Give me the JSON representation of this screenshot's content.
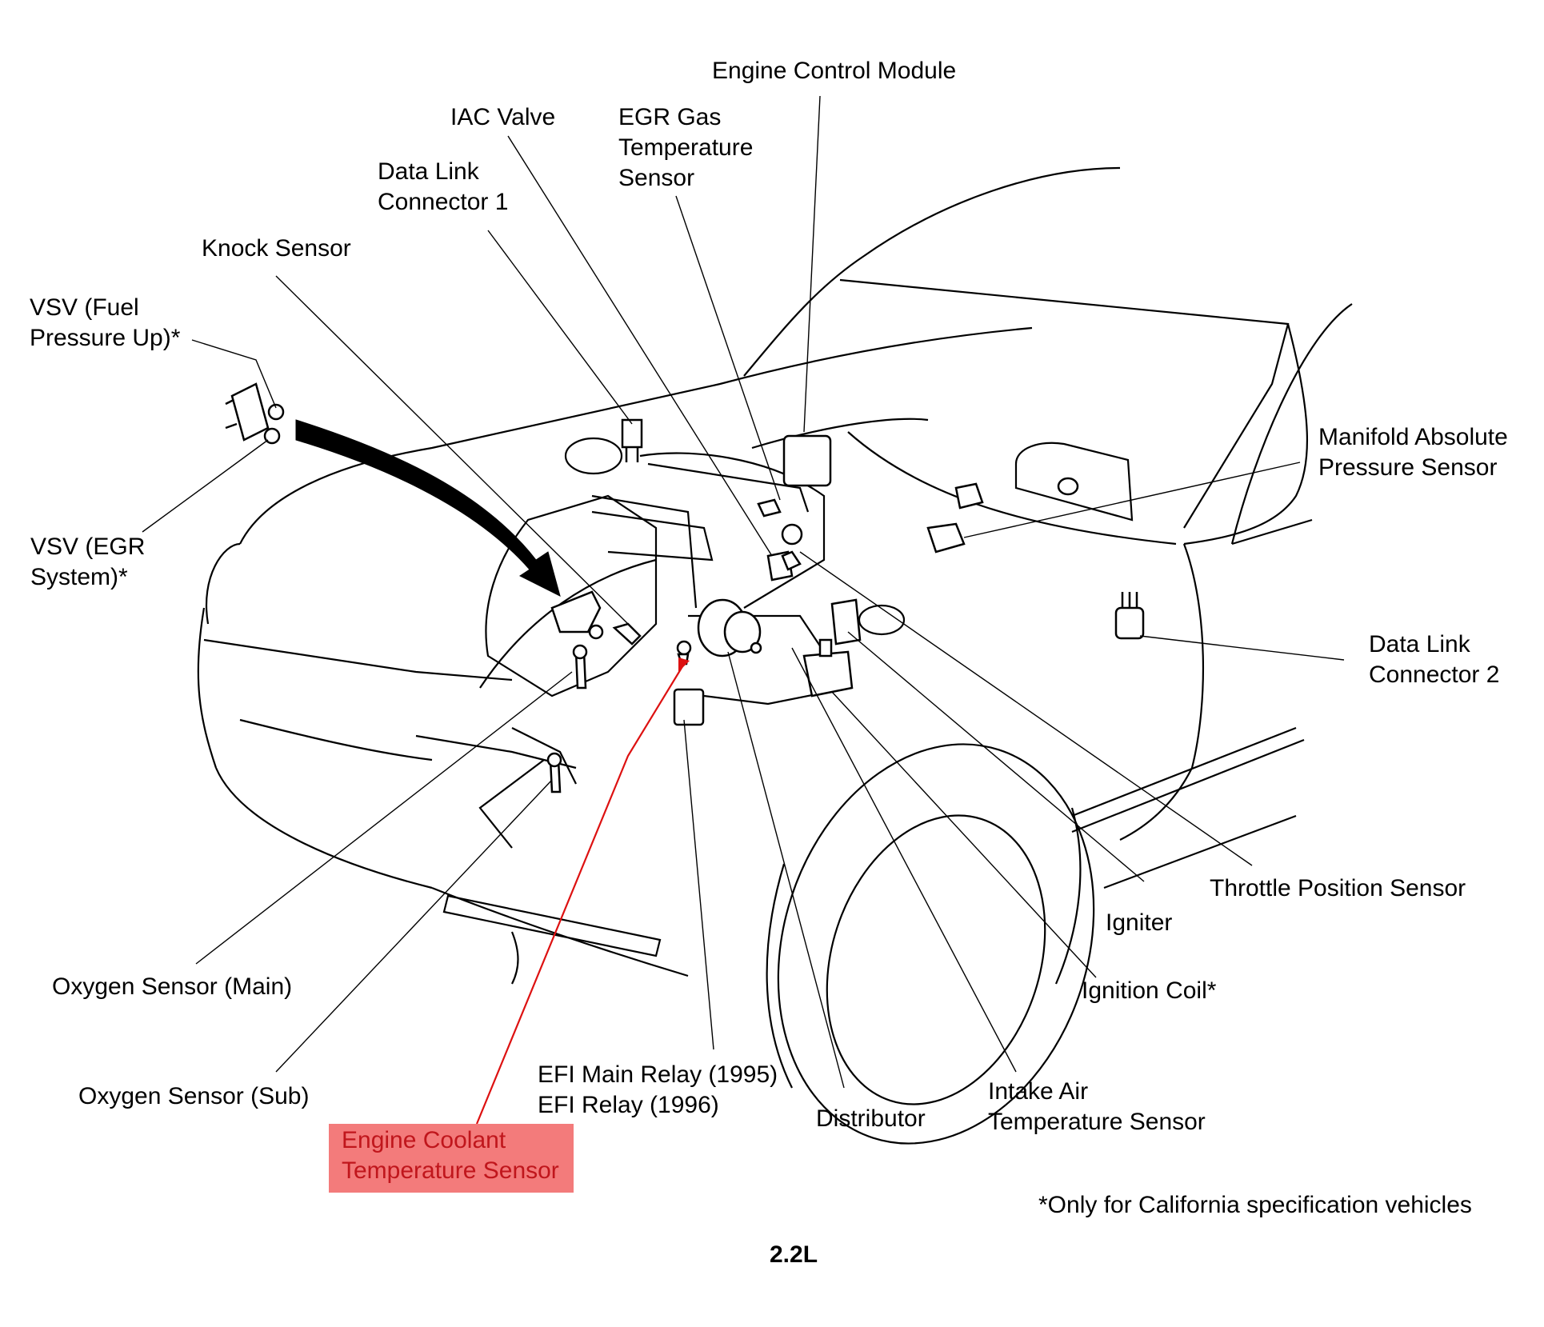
{
  "labels": {
    "engine_control_module": "Engine Control Module",
    "iac_valve": "IAC Valve",
    "egr_gas_temperature_sensor": [
      "EGR Gas",
      "Temperature",
      "Sensor"
    ],
    "data_link_connector_1": [
      "Data Link",
      "Connector 1"
    ],
    "knock_sensor": "Knock Sensor",
    "vsv_fuel_pressure_up": [
      "VSV (Fuel",
      "Pressure Up)*"
    ],
    "vsv_egr_system": [
      "VSV (EGR",
      "System)*"
    ],
    "manifold_absolute_pressure_sensor": [
      "Manifold Absolute",
      "Pressure Sensor"
    ],
    "data_link_connector_2": [
      "Data Link",
      "Connector 2"
    ],
    "throttle_position_sensor": "Throttle Position Sensor",
    "igniter": "Igniter",
    "ignition_coil": "Ignition Coil*",
    "oxygen_sensor_main": "Oxygen Sensor (Main)",
    "oxygen_sensor_sub": "Oxygen Sensor (Sub)",
    "efi_main_relay": [
      "EFI Main Relay (1995)",
      "EFI Relay (1996)"
    ],
    "distributor": "Distributor",
    "intake_air_temperature_sensor": [
      "Intake Air",
      "Temperature Sensor"
    ],
    "engine_coolant_temperature_sensor": [
      "Engine Coolant",
      "Temperature Sensor"
    ]
  },
  "footnote": "*Only for California specification vehicles",
  "caption": "2.2L",
  "colors": {
    "highlight_fill": "#f37b7b",
    "highlight_text": "#c0161c",
    "highlight_leader": "#dd1111",
    "line": "#000000"
  }
}
